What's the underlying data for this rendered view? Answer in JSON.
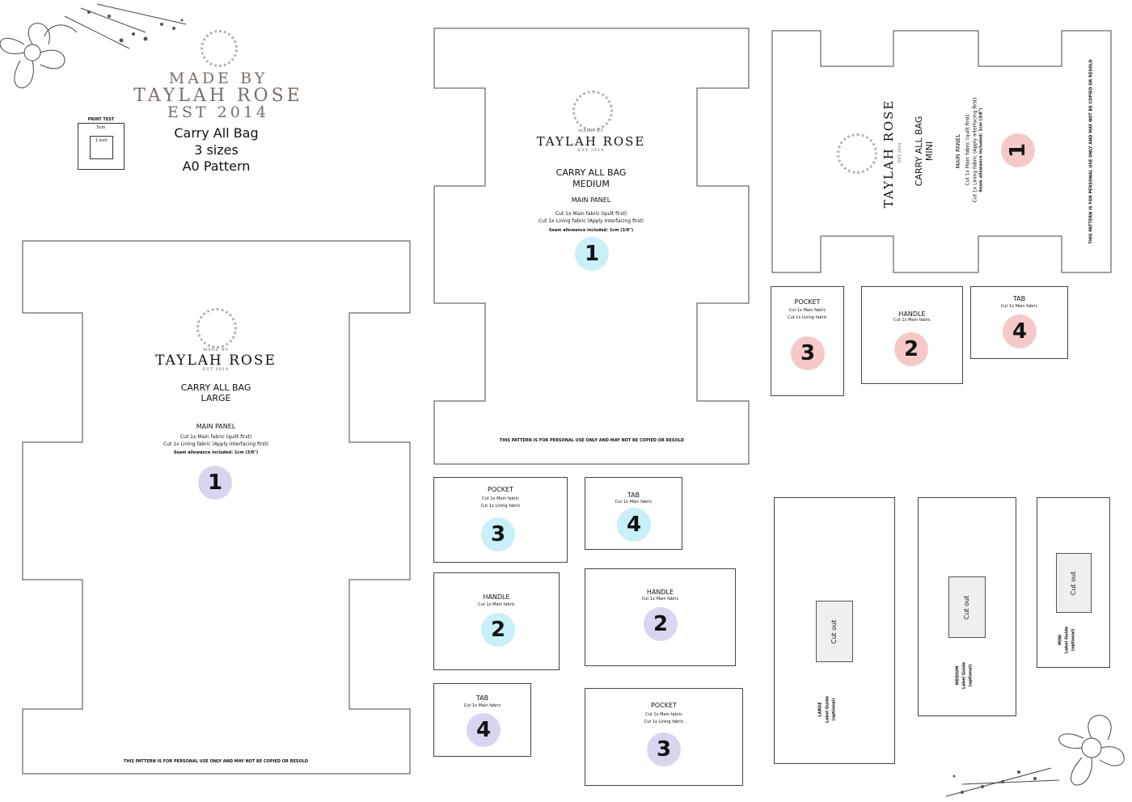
{
  "brand": {
    "made_by": "MADE BY",
    "name": "TAYLAH ROSE",
    "est": "EST 2014",
    "small_made_by": "MADE BY",
    "small_est": "EST 2014"
  },
  "header": {
    "line1": "Carry All Bag",
    "line2": "3 sizes",
    "line3": "A0 Pattern"
  },
  "print_test": {
    "title": "PRINT TEST",
    "outer": "5cm",
    "inner": "1 inch"
  },
  "notice": "THIS PATTERN IS FOR PERSONAL USE ONLY AND MAY NOT BE COPIED OR RESOLD",
  "large": {
    "bag": "CARRY ALL BAG",
    "size": "LARGE",
    "panel": "MAIN PANEL",
    "cut1": "Cut 1x Main fabric (quilt first)",
    "cut2": "Cut 1x Lining fabric (Apply Interfacing first)",
    "seam": "Seam allowance included: 1cm (3/8\")",
    "num": "1"
  },
  "medium": {
    "bag": "CARRY ALL BAG",
    "size": "MEDIUM",
    "panel": "MAIN PANEL",
    "cut1": "Cut 1x Main fabric (quilt first)",
    "cut2": "Cut 1x Lining fabric (Apply Interfacing first)",
    "seam": "Seam allowance included: 1cm (3/8\")",
    "num": "1"
  },
  "mini": {
    "bag": "CARRY ALL BAG",
    "size": "MINI",
    "panel": "MAIN PANEL",
    "cut1": "Cut 1x Main fabric (quilt first)",
    "cut2": "Cut 1x Lining fabric (Apply Interfacing first)",
    "seam": "Seam allowance included: 1cm (3/8\")",
    "num": "1"
  },
  "pieces": {
    "pocket": "POCKET",
    "handle": "HANDLE",
    "tab": "TAB",
    "cut_main": "Cut 1x Main fabric",
    "cut_lining": "Cut 1x Lining fabric",
    "n2": "2",
    "n3": "3",
    "n4": "4"
  },
  "labels": {
    "cut_out": "Cut out",
    "large": "LARGE",
    "medium": "MEDIUM",
    "mini": "MINI",
    "guide": "Label Guide",
    "optional": "(optional)"
  },
  "colors": {
    "medium_circle": "#c7f0f8",
    "mini_circle": "#f6c9c9",
    "large_circle": "#d9d5f0"
  }
}
